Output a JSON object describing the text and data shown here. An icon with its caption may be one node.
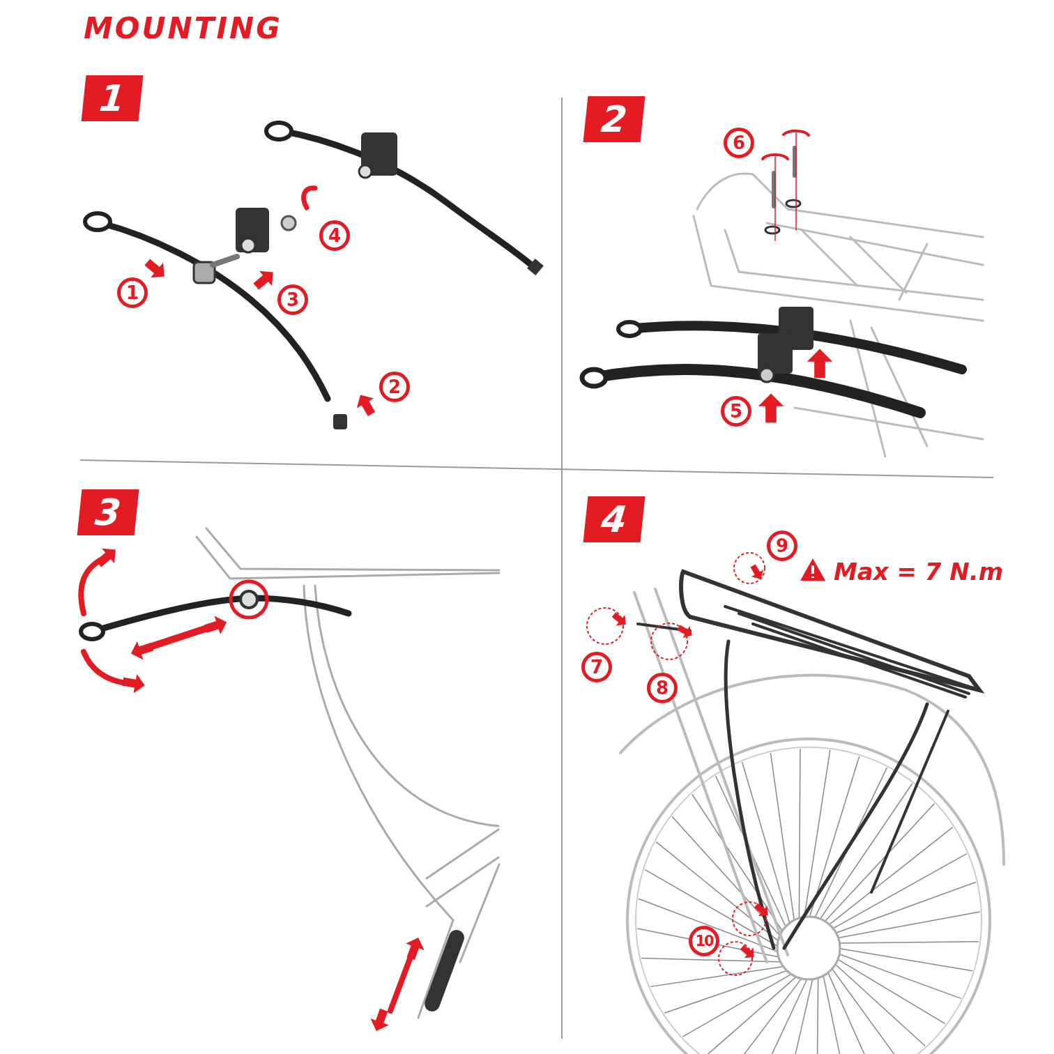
{
  "diagram": {
    "title": "MOUNTING",
    "labels": [
      "1",
      "4",
      "1",
      "3",
      "2",
      "2",
      "6",
      "5",
      "3",
      "4",
      "9",
      "Max = 7 N.m",
      "7",
      "8",
      "10"
    ]
  }
}
